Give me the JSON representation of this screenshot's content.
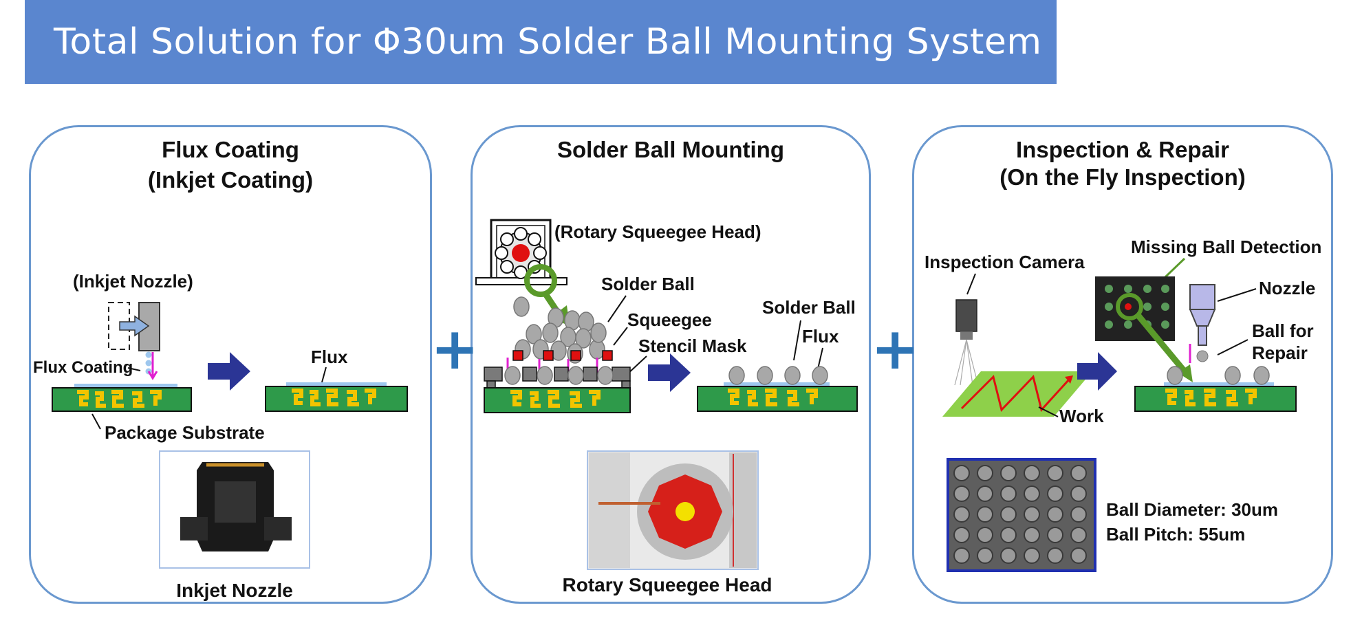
{
  "title": "Total Solution for Φ30um Solder Ball Mounting System",
  "plus_sign": "+",
  "colors": {
    "banner": "#5a86cf",
    "panel_border": "#6a98cf",
    "substrate": "#2e9a4a",
    "pattern": "#f3c400",
    "arrow": "#2b3595",
    "flux": "#9ec7ee",
    "red": "#e01010",
    "work": "#8ed04a",
    "highlight": "#5a9a2a"
  },
  "panels": {
    "flux": {
      "title_line1": "Flux Coating",
      "title_line2": "(Inkjet Coating)",
      "inkjet_nozzle_label": "(Inkjet Nozzle)",
      "flux_coating_label": "Flux Coating",
      "flux_label": "Flux",
      "package_substrate_label": "Package Substrate",
      "photo_caption": "Inkjet Nozzle"
    },
    "mounting": {
      "title": "Solder Ball Mounting",
      "rotary_head_label": "(Rotary Squeegee Head)",
      "solder_ball_label": "Solder Ball",
      "squeegee_label": "Squeegee",
      "stencil_mask_label": "Stencil Mask",
      "solder_ball_label_2": "Solder Ball",
      "flux_label": "Flux",
      "photo_caption": "Rotary Squeegee Head"
    },
    "inspection": {
      "title_line1": "Inspection & Repair",
      "title_line2": "(On the Fly Inspection)",
      "camera_label": "Inspection Camera",
      "missing_label": "Missing Ball Detection",
      "nozzle_label": "Nozzle",
      "ball_repair_line1": "Ball for",
      "ball_repair_line2": "Repair",
      "work_label": "Work",
      "ball_diameter": "Ball Diameter: 30um",
      "ball_pitch": "Ball Pitch: 55um"
    }
  }
}
